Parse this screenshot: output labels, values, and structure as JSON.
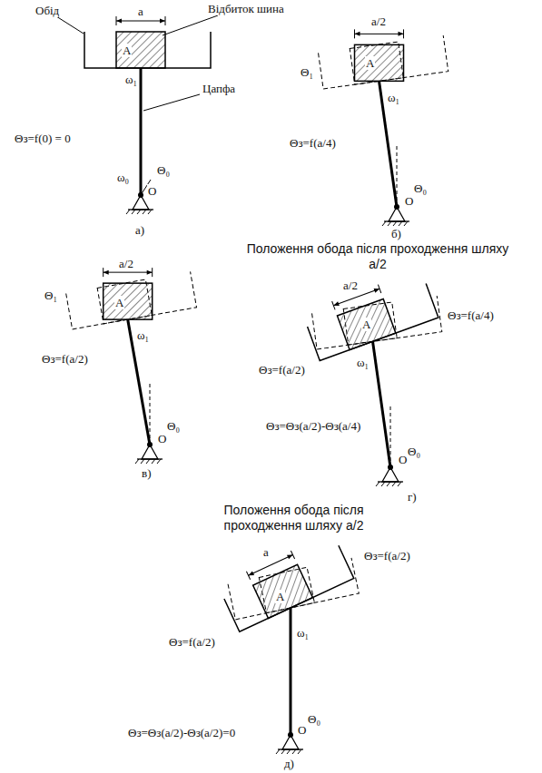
{
  "diagram": {
    "labels": [
      "Обід",
      "Відбиток шина",
      "a",
      "A",
      "ω₁",
      "Θз=f(0) = 0",
      "Цапфа",
      "ω₀",
      "Θ₀",
      "O",
      "а)",
      "a/2",
      "Θ₁",
      "A",
      "ω₁",
      "Θз=f(a/4)",
      "Θ₀",
      "O",
      "б)",
      "Положення обода після проходження шляху а/2",
      "a/2",
      "Θ₁",
      "A",
      "ω₁",
      "Θз=f(a/2)",
      "Θ₀",
      "O",
      "в)",
      "a/2",
      "Θз=f(a/2)",
      "Θз=f(a/4)",
      "A",
      "ω₁",
      "Θз=Θз(a/2)-Θз(a/4)",
      "Θ₀",
      "O",
      "г)",
      "Положення обода після проходження шляху а/2",
      "a",
      "Θз=f(a/2)",
      "A",
      "Θз=f(a/2)",
      "ω₁",
      "Θз=Θз(a/2)-Θз(a/2)=0",
      "Θ₀",
      "O",
      "д)"
    ]
  }
}
